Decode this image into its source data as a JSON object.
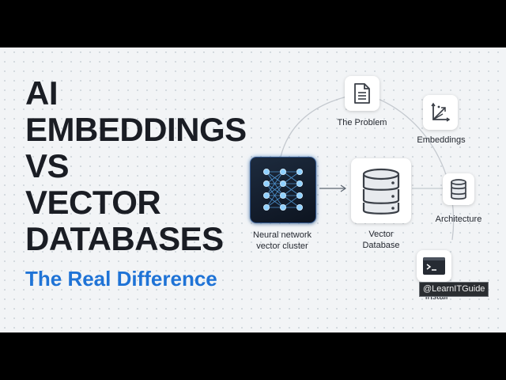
{
  "title": {
    "line1": "AI",
    "line2": "EMBEDDINGS",
    "line3": "VS",
    "line4": "VECTOR",
    "line5": "DATABASES"
  },
  "subtitle": "The Real Difference",
  "diagram": {
    "neural_label": "Neural network\nvector cluster",
    "vector_db_label": "Vector\nDatabase",
    "steps": [
      {
        "label": "The Problem",
        "icon": "document-icon"
      },
      {
        "label": "Embeddings",
        "icon": "vector-axes-icon"
      },
      {
        "label": "Architecture",
        "icon": "database-icon"
      },
      {
        "label": "Install",
        "icon": "terminal-icon"
      }
    ]
  },
  "watermark": "@LearnITGuide",
  "colors": {
    "background": "#f2f4f6",
    "title": "#1a1d24",
    "accent": "#1f73d6",
    "neural_glow": "#4aa8ff"
  }
}
